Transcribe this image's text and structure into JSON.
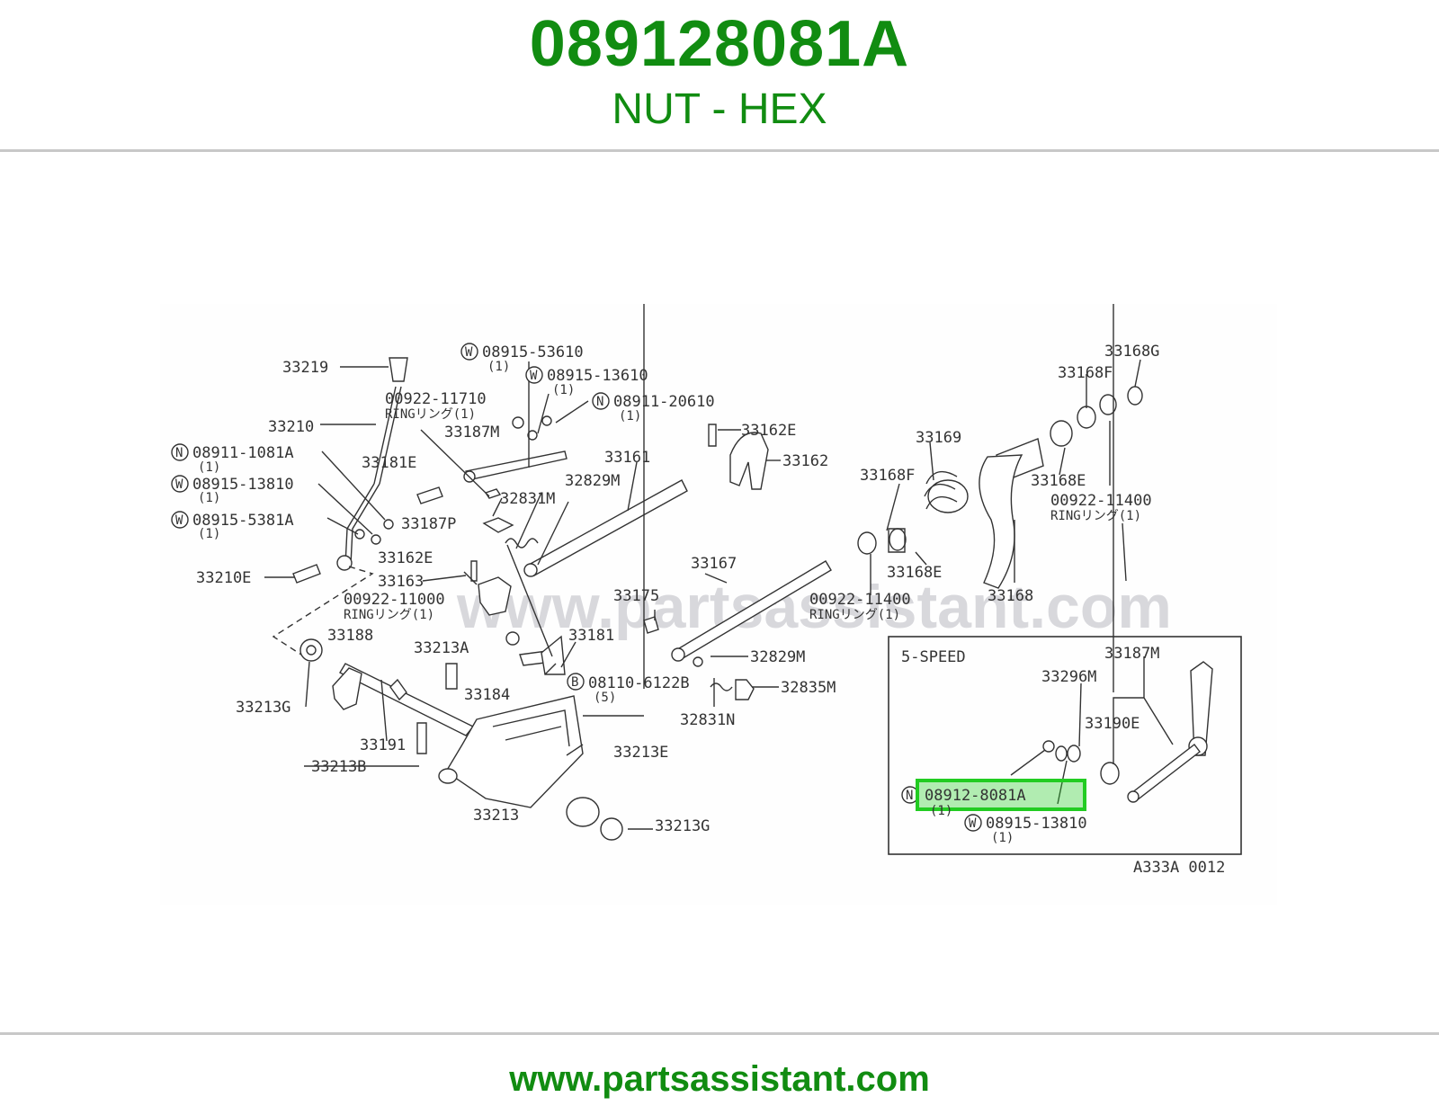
{
  "header": {
    "part_number": "089128081A",
    "description": "NUT - HEX"
  },
  "footer": {
    "url": "www.partsassistant.com"
  },
  "diagram": {
    "watermark": "www.partsassistant.com",
    "code": "A333A 0012",
    "inset_title": "5-SPEED",
    "colors": {
      "highlight": "#22cc22",
      "brand": "#118c11"
    },
    "labels": {
      "l33219": "33219",
      "l33210": "33210",
      "l08911_1081A": "08911-1081A",
      "l08915_13810a": "08915-13810",
      "l08915_5381A": "08915-5381A",
      "l33210E": "33210E",
      "l08915_53610": "08915-53610",
      "l08915_13610": "08915-13610",
      "l00922_11710": "00922-11710",
      "ring1": "RINGリング(1)",
      "l08911_20610": "08911-20610",
      "l33187Ma": "33187M",
      "l33181E": "33181E",
      "l32831M": "32831M",
      "l33187P": "33187P",
      "l33162Ea": "33162E",
      "l33163": "33163",
      "l00922_11000": "00922-11000",
      "ring2": "RINGリング(1)",
      "l33188": "33188",
      "l33213A": "33213A",
      "l33181": "33181",
      "l33184": "33184",
      "l08110_6122B": "08110-6122B",
      "l33213Ga": "33213G",
      "l33191": "33191",
      "l33213B": "33213B",
      "l33213": "33213",
      "l33213E": "33213E",
      "l33213Gb": "33213G",
      "l33162Eb": "33162E",
      "l33162": "33162",
      "l33161": "33161",
      "l32829Ma": "32829M",
      "l33167": "33167",
      "l33175": "33175",
      "l32829Mb": "32829M",
      "l32831N": "32831N",
      "l32835M": "32835M",
      "l33168Fa": "33168F",
      "l33169": "33169",
      "l33168Ea": "33168E",
      "l00922_11400a": "00922-11400",
      "ring3": "RINGリング(1)",
      "l33168G": "33168G",
      "l33168Fb": "33168F",
      "l33168Eb": "33168E",
      "l00922_11400b": "00922-11400",
      "ring4": "RINGリング(1)",
      "l33168": "33168",
      "l33187Mb": "33187M",
      "l33296M": "33296M",
      "l33190E": "33190E",
      "l08912_8081A": "08912-8081A",
      "l08915_13810b": "08915-13810",
      "q1": "(1)",
      "q5": "(5)",
      "sym_N": "N",
      "sym_W": "W",
      "sym_B": "B"
    }
  }
}
